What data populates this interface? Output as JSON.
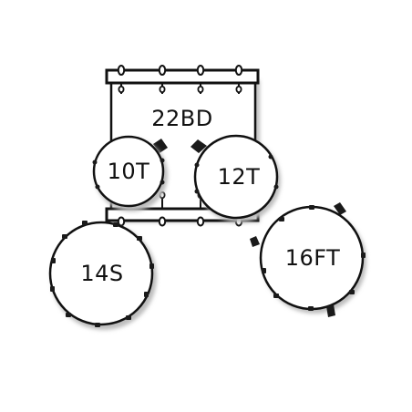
{
  "diagram": {
    "colors": {
      "outline": "#111111",
      "fill": "#ffffff",
      "shadow": "#bdbdbd",
      "hardware": "#1a1a1a"
    },
    "drums": {
      "bass": {
        "label": "22BD"
      },
      "tom1": {
        "label": "10T"
      },
      "tom2": {
        "label": "12T"
      },
      "snare": {
        "label": "14S"
      },
      "floor": {
        "label": "16FT"
      }
    }
  }
}
